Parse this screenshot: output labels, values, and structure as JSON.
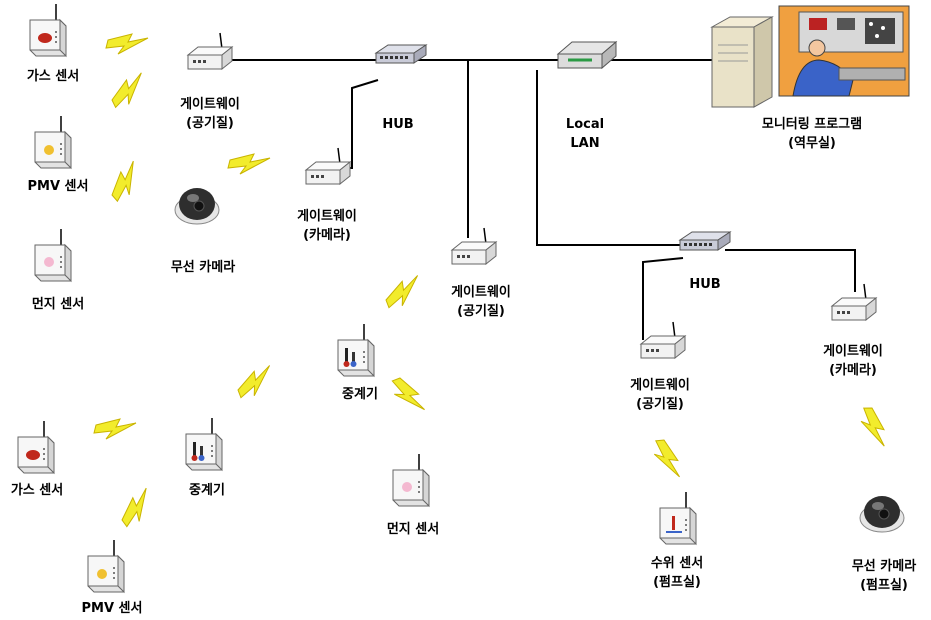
{
  "labels": {
    "gas_sensor_1": "가스 센서",
    "gateway_air_1_l1": "게이트웨이",
    "gateway_air_1_l2": "(공기질)",
    "pmv_sensor_1": "PMV 센서",
    "dust_sensor_1": "먼지 센서",
    "wireless_camera_1": "무선 카메라",
    "hub_1": "HUB",
    "gateway_cam_1_l1": "게이트웨이",
    "gateway_cam_1_l2": "(카메라)",
    "local_lan_l1": "Local",
    "local_lan_l2": "LAN",
    "monitoring_l1": "모니터링 프로그램",
    "monitoring_l2": "(역무실)",
    "gateway_air_2_l1": "게이트웨이",
    "gateway_air_2_l2": "(공기질)",
    "repeater_1": "중계기",
    "repeater_2": "중계기",
    "gas_sensor_2": "가스 센서",
    "pmv_sensor_2": "PMV 센서",
    "dust_sensor_2": "먼지 센서",
    "hub_2": "HUB",
    "gateway_air_3_l1": "게이트웨이",
    "gateway_air_3_l2": "(공기질)",
    "gateway_cam_2_l1": "게이트웨이",
    "gateway_cam_2_l2": "(카메라)",
    "water_sensor_l1": "수위 센서",
    "water_sensor_l2": "(펌프실)",
    "wireless_camera_2_l1": "무선 카메라",
    "wireless_camera_2_l2": "(펌프실)"
  },
  "colors": {
    "line": "#000000",
    "bolt": "#f2ec2c",
    "device_body": "#f4f4f4",
    "hub_body": "#c9cbd8",
    "server": "#e9e2c8",
    "monitor_bg": "#f0a040",
    "operator_shirt": "#3a63c8"
  }
}
